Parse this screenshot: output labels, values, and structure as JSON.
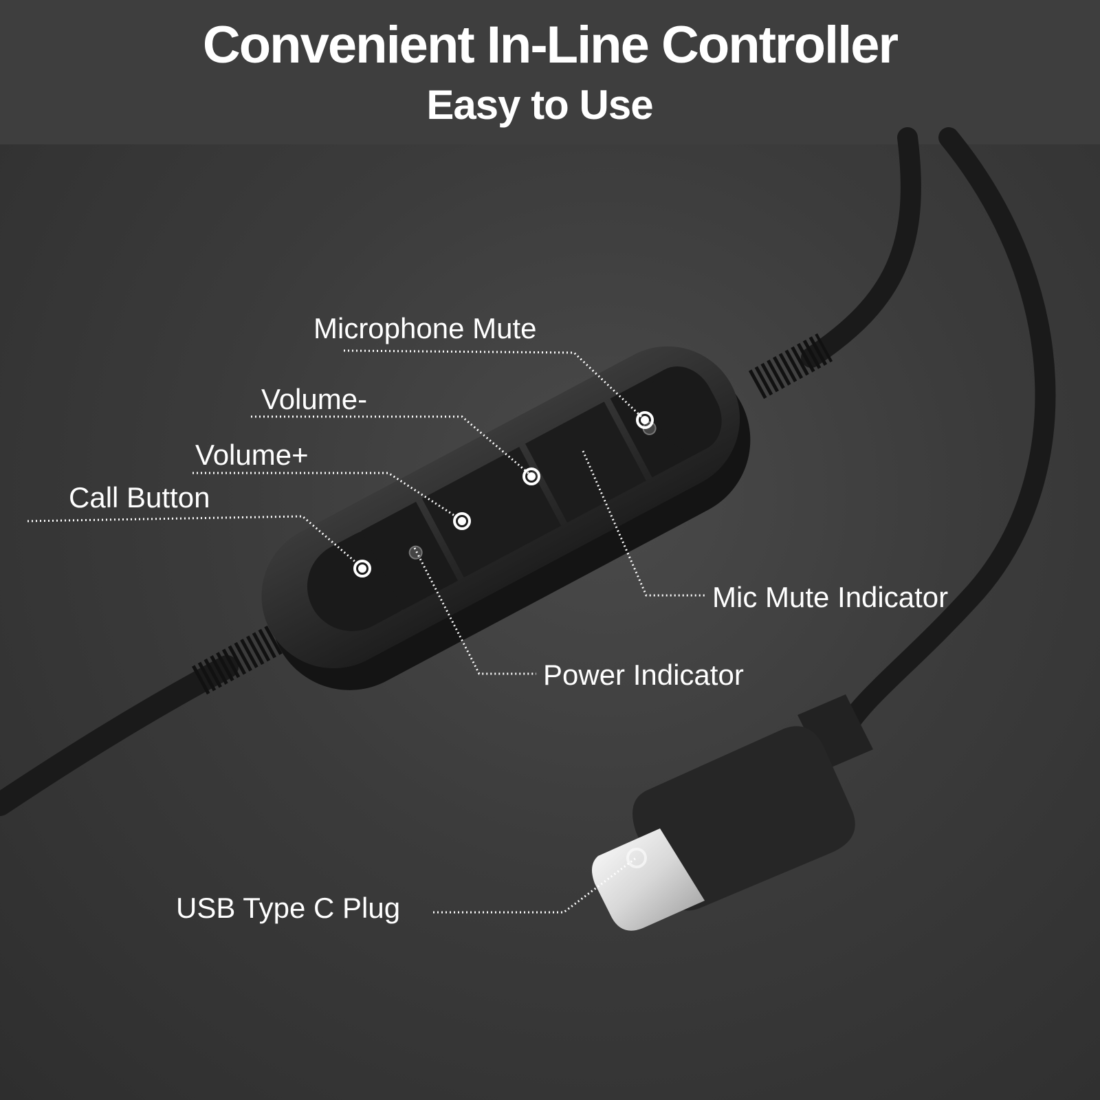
{
  "header": {
    "title": "Convenient In-Line Controller",
    "subtitle": "Easy to Use"
  },
  "callouts": [
    {
      "id": "microphone-mute",
      "label": "Microphone Mute"
    },
    {
      "id": "volume-down",
      "label": "Volume-"
    },
    {
      "id": "volume-up",
      "label": "Volume+"
    },
    {
      "id": "call-button",
      "label": "Call Button"
    },
    {
      "id": "mic-mute-indicator",
      "label": "Mic Mute Indicator"
    },
    {
      "id": "power-indicator",
      "label": "Power Indicator"
    },
    {
      "id": "usb-type-c-plug",
      "label": "USB Type C Plug"
    }
  ],
  "colors": {
    "background": "#3b3b3b",
    "controller_body": "#2a2a2a",
    "buttons": "#1c1c1c",
    "text": "#ffffff",
    "plug_metal": "#e8e8e8"
  }
}
